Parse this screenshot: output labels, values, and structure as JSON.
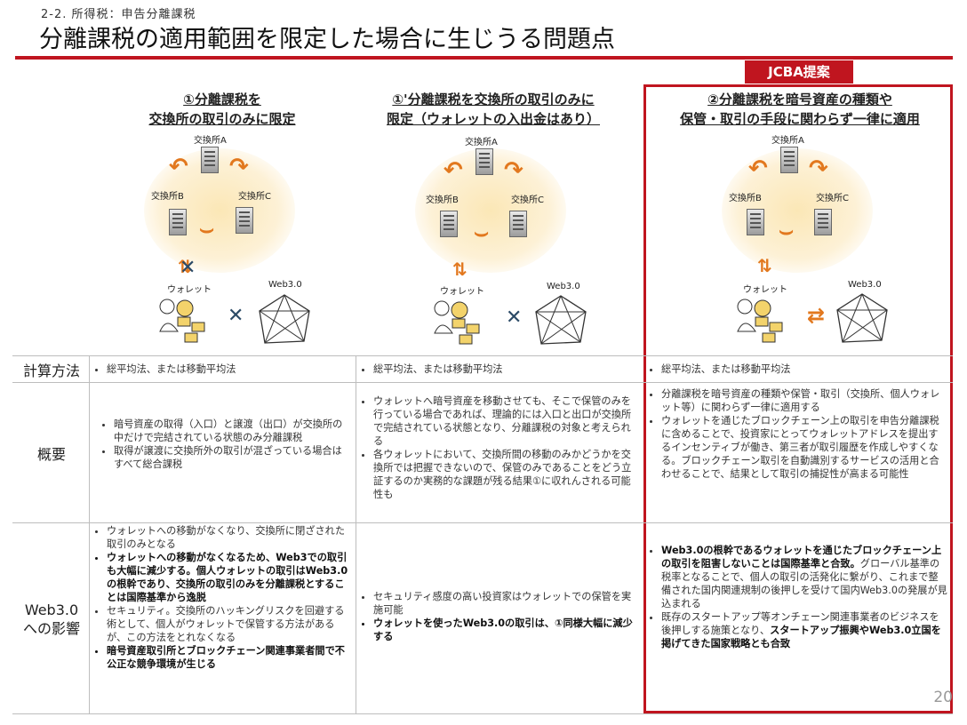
{
  "breadcrumb": "2-2. 所得税：申告分離課税",
  "title": "分離課税の適用範囲を限定した場合に生じうる問題点",
  "badge": "JCBA提案",
  "columns": [
    {
      "heading_line1": "①分離課税を",
      "heading_line2": "交換所の取引のみに限定"
    },
    {
      "heading_line1": "①'分離課税を交換所の取引のみに",
      "heading_line2": "限定（ウォレットの入出金はあり）"
    },
    {
      "heading_line1": "②分離課税を暗号資産の種類や",
      "heading_line2": "保管・取引の手段に関わらず一律に適用"
    }
  ],
  "diagram": {
    "exchange_a": "交換所A",
    "exchange_b": "交換所B",
    "exchange_c": "交換所C",
    "wallet": "ウォレット",
    "web3": "Web3.0"
  },
  "rows": {
    "calc": {
      "label": "計算方法",
      "cells": [
        "総平均法、または移動平均法",
        "総平均法、または移動平均法",
        "総平均法、または移動平均法"
      ]
    },
    "overview": {
      "label": "概要",
      "col1": [
        "暗号資産の取得（入口）と譲渡（出口）が交換所の中だけで完結されている状態のみ分離課税",
        "取得が譲渡に交換所外の取引が混ざっている場合はすべて総合課税"
      ],
      "col2": [
        "ウォレットへ暗号資産を移動させても、そこで保管のみを行っている場合であれば、理論的には入口と出口が交換所で完結されている状態となり、分離課税の対象と考えられる",
        "各ウォレットにおいて、交換所間の移動のみかどうかを交換所では把握できないので、保管のみであることをどう立証するのか実務的な課題が残る結果①に収れんされる可能性も"
      ],
      "col3": [
        "分離課税を暗号資産の種類や保管・取引（交換所、個人ウォレット等）に関わらず一律に適用する",
        "ウォレットを通じたブロックチェーン上の取引を申告分離課税に含めることで、投資家にとってウォレットアドレスを提出するインセンティブが働き、第三者が取引履歴を作成しやすくなる。ブロックチェーン取引を自動識別するサービスの活用と合わせることで、結果として取引の捕捉性が高まる可能性"
      ]
    },
    "impact": {
      "label_line1": "Web3.0",
      "label_line2": "への影響",
      "col1_item1": "ウォレットへの移動がなくなり、交換所に閉ざされた取引のみとなる",
      "col1_item2": "ウォレットへの移動がなくなるため、Web3での取引も大幅に減少する。個人ウォレットの取引はWeb3.0の根幹であり、交換所の取引のみを分離課税とすることは国際基準から逸脱",
      "col1_item3": "セキュリティ。交換所のハッキングリスクを回避する術として、個人がウォレットで保管する方法があるが、この方法をとれなくなる",
      "col1_item4": "暗号資産取引所とブロックチェーン関連事業者間で不公正な競争環境が生じる",
      "col2_item1": "セキュリティ感度の高い投資家はウォレットでの保管を実施可能",
      "col2_item2": "ウォレットを使ったWeb3.0の取引は、①同様大幅に減少する",
      "col3_item1_bold": "Web3.0の根幹であるウォレットを通じたブロックチェーン上の取引を阻害しないことは国際基準と合致。",
      "col3_item1_rest": "グローバル基準の税率となることで、個人の取引の活発化に繋がり、これまで整備された国内関連規制の後押しを受けて国内Web3.0の発展が見込まれる",
      "col3_item2_rest": "既存のスタートアップ等オンチェーン関連事業者のビジネスを後押しする施策となり、",
      "col3_item2_bold": "スタートアップ振興やWeb3.0立国を掲げてきた国家戦略とも合致"
    }
  },
  "page_number": "20",
  "colors": {
    "accent": "#c0151f",
    "arrow": "#e2781e"
  }
}
